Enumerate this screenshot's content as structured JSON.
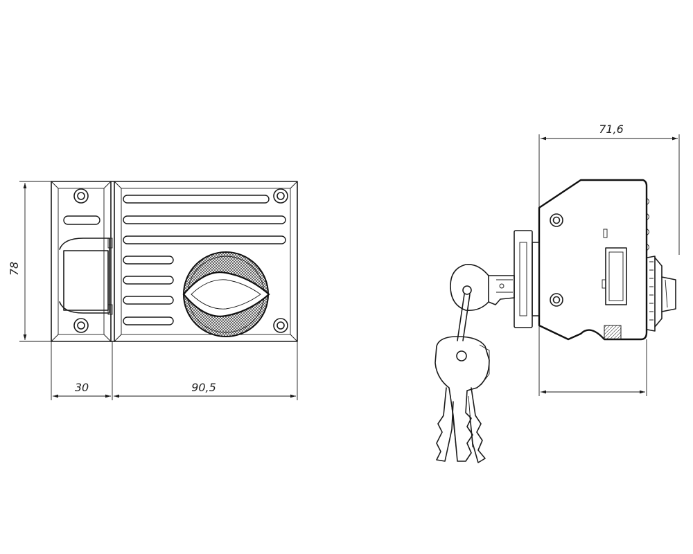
{
  "drawing": {
    "front_view": {
      "dim_height": "78",
      "dim_width_left": "30",
      "dim_width_right": "90,5"
    },
    "side_view": {
      "dim_depth": "71,6"
    }
  }
}
